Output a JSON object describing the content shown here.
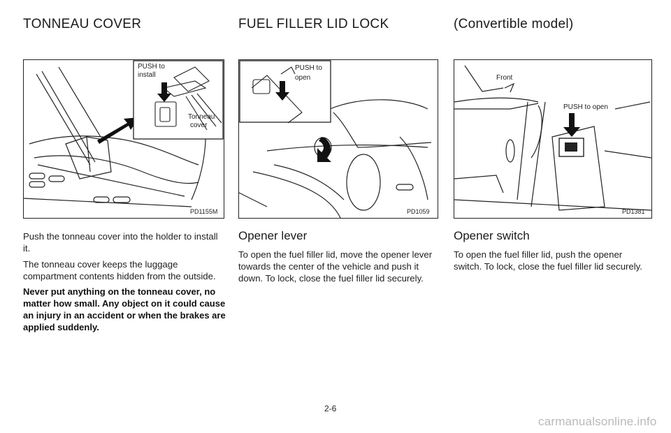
{
  "headings": {
    "left": "TONNEAU COVER",
    "middle": "FUEL FILLER LID LOCK",
    "right": "(Convertible model)"
  },
  "figures": {
    "left": {
      "code": "PD1155M",
      "callout_push": "PUSH to",
      "callout_install": "install",
      "callout_tonneau": "Tonneau",
      "callout_cover": "cover"
    },
    "middle": {
      "code": "PD1059",
      "callout_push": "PUSH to",
      "callout_open": "open"
    },
    "right": {
      "code": "PD1381",
      "callout_front": "Front",
      "callout_push_open": "PUSH to open"
    }
  },
  "left_column": {
    "paragraph1": "Push the tonneau cover into the holder to install it.",
    "paragraph2": "The tonneau cover keeps the luggage compartment contents hidden from the outside.",
    "warning": "Never put anything on the tonneau cover, no matter how small. Any object on it could cause an injury in an accident or when the brakes are applied suddenly."
  },
  "middle_column": {
    "subheading": "Opener lever",
    "paragraph": "To open the fuel filler lid, move the opener lever towards the center of the vehicle and push it down. To lock, close the fuel filler lid securely."
  },
  "right_column": {
    "subheading": "Opener switch",
    "paragraph": "To open the fuel filler lid, push the opener switch. To lock, close the fuel filler lid securely."
  },
  "page_number": "2-6",
  "watermark": "carmanualsonline.info"
}
